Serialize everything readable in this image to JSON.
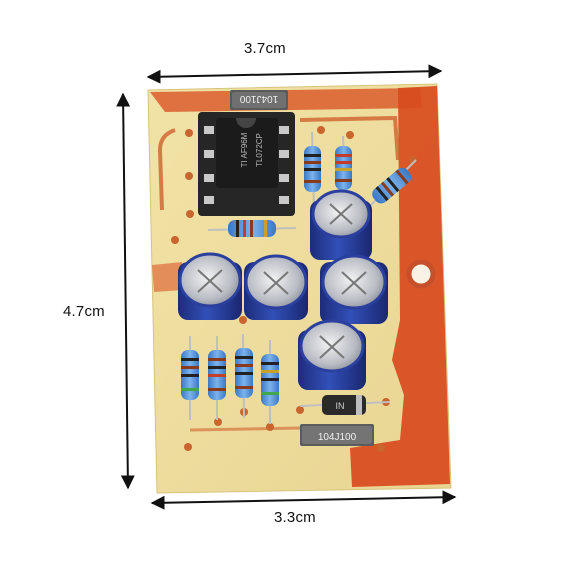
{
  "dimensions": {
    "top": "3.7cm",
    "left": "4.7cm",
    "bottom": "3.3cm"
  },
  "chip": {
    "line1": "TI AF96M",
    "line2": "TL072CP"
  },
  "capacitor_labels": {
    "top": "104J100",
    "bottom": "104J100"
  },
  "diode_label": "IN",
  "colors": {
    "board": "#efe0a0",
    "copper": "#d84b1e",
    "capacitor": "#2a3f9e",
    "resistor": "#4f8fd6",
    "chip": "#1c1c1c"
  }
}
